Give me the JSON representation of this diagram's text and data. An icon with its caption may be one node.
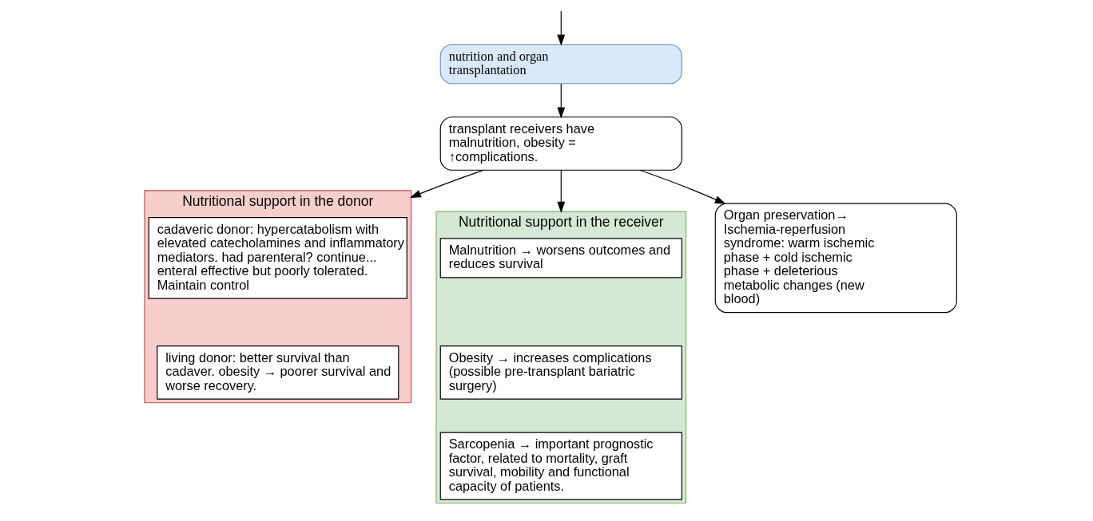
{
  "diagram": {
    "nodes": [
      {
        "text": [
          "nutrition and organ transplantation"
        ]
      },
      {
        "text": [
          "transplant receivers have malnutrition, obesity = ↑complications."
        ]
      },
      {
        "text": [
          "Nutritional support in the donor"
        ]
      },
      {
        "text": [
          "cadaveric donor: hypercatabolism with elevated catecholamines and inflammatory mediators. had parenteral? continue... enteral effective but poorly tolerated. Maintain control"
        ],
        "in": 2
      },
      {
        "text": [
          "living donor: better survival than cadaver. obesity → poorer survival and worse recovery."
        ],
        "in": 2
      },
      {
        "text": [
          "Nutritional support in the receiver"
        ]
      },
      {
        "text": [
          "Malnutrition → worsens outcomes and reduces survival"
        ],
        "in": 5
      },
      {
        "text": [
          "Obesity → increases complications (possible pre-transplant bariatric surgery)"
        ],
        "in": 5
      },
      {
        "text": [
          "Sarcopenia → important prognostic factor, related to mortality, graft survival, mobility and functional capacity of patients."
        ],
        "in": 5
      },
      {
        "text": [
          "Organ preservation→ Ischemia-reperfusion syndrome: warm ischemic phase + cold ischemic phase + deleterious metabolic changes (new blood)"
        ]
      }
    ],
    "edges": [
      {
        "from": null,
        "to": 0,
        "arrow": "to"
      },
      {
        "from": 0,
        "to": 1,
        "arrow": "to"
      },
      {
        "from": 1,
        "to": 2,
        "arrow": "to"
      },
      {
        "from": 1,
        "to": 5,
        "arrow": "to"
      },
      {
        "from": 1,
        "to": 9,
        "arrow": "to"
      }
    ]
  }
}
